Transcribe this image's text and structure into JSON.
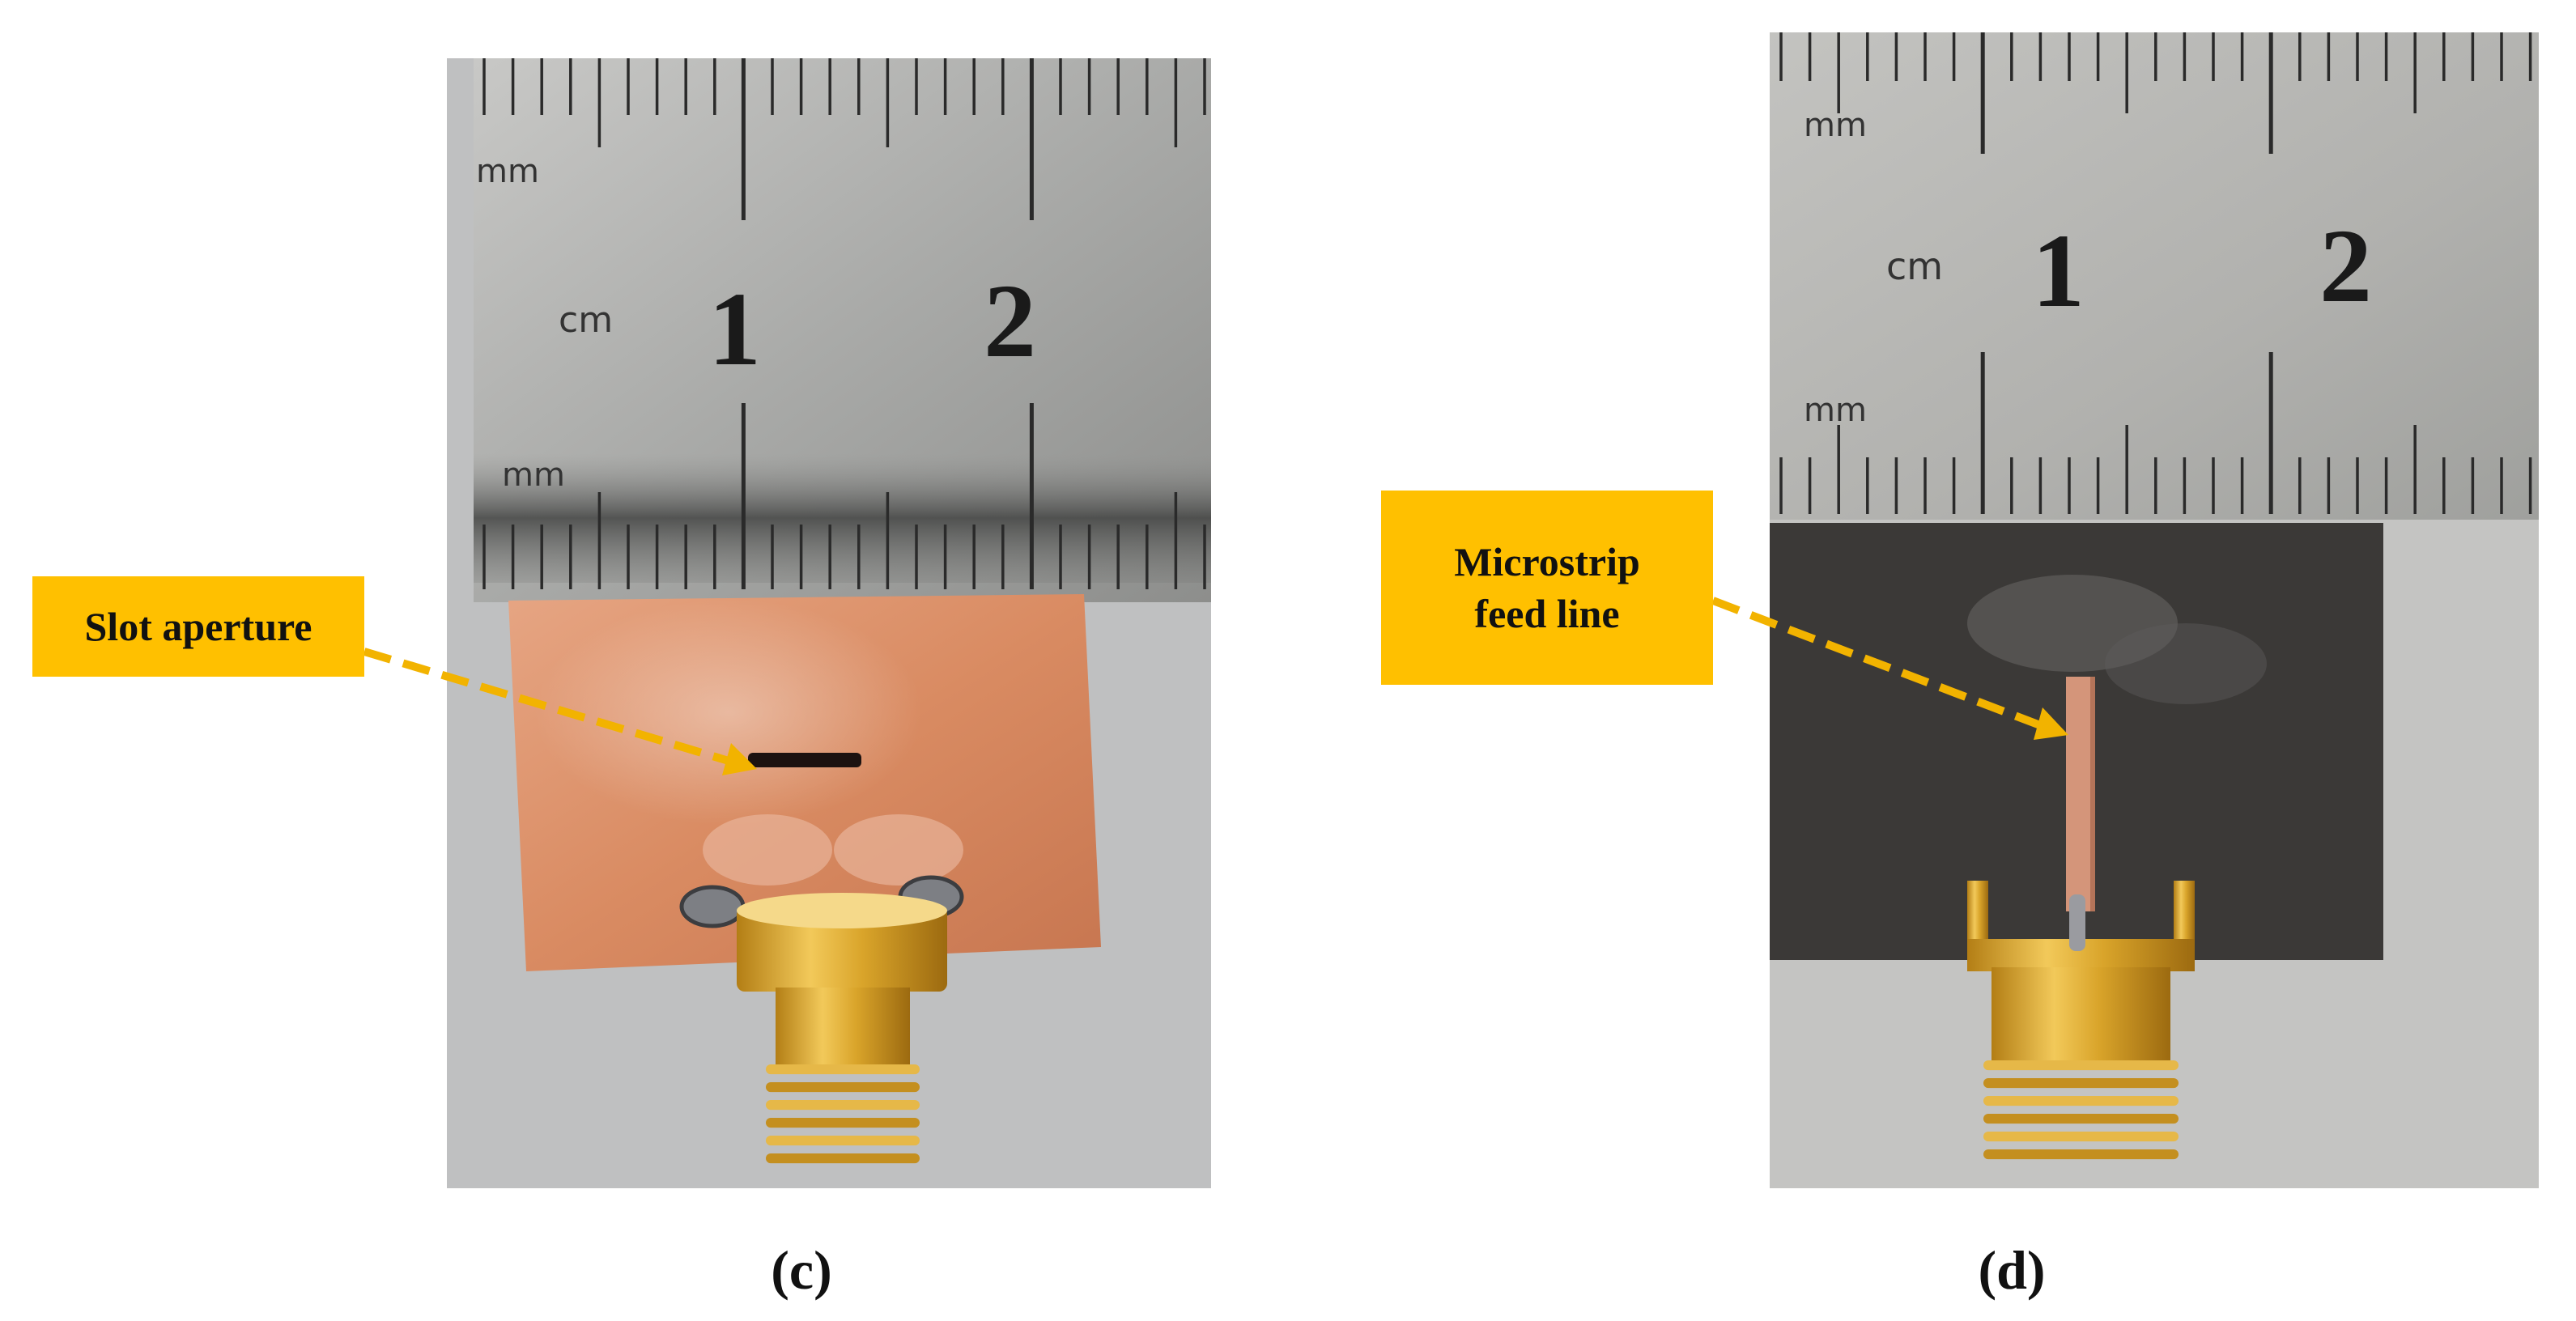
{
  "panels": [
    {
      "id": "c",
      "caption": "(c)",
      "callout_label": "Slot aperture",
      "ruler": {
        "unit_top": "mm",
        "unit_mid": "cm",
        "unit_bottom": "mm",
        "numbers": [
          "1",
          "2"
        ]
      }
    },
    {
      "id": "d",
      "caption": "(d)",
      "callout_lines": [
        "Microstrip",
        "feed line"
      ],
      "ruler": {
        "unit_top": "mm",
        "unit_mid": "cm",
        "unit_bottom": "mm",
        "numbers": [
          "1",
          "2"
        ]
      }
    }
  ],
  "colors": {
    "callout_fill": "#ffc000",
    "arrow": "#f2b300",
    "copper": "#d98b62",
    "board_dark": "#3b3937",
    "ruler_steel": "#b5b5b3",
    "sma_gold": "#d9a42a"
  }
}
